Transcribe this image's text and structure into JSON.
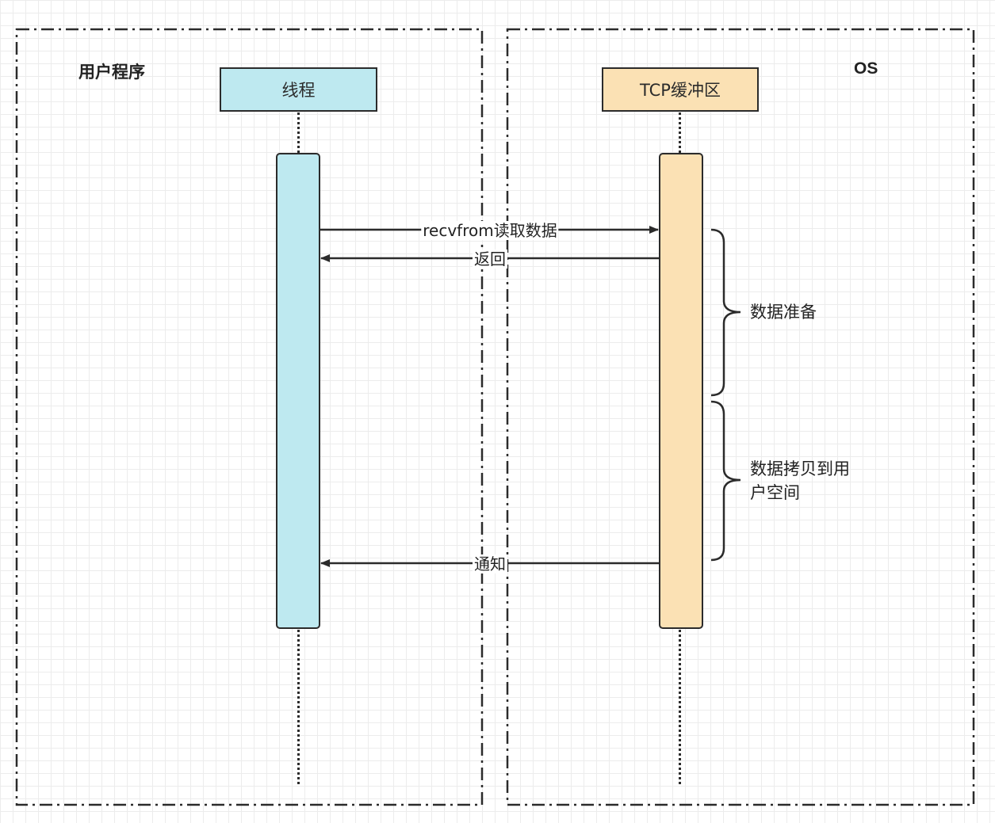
{
  "groups": {
    "left": {
      "title": "用户程序"
    },
    "right": {
      "title": "OS"
    }
  },
  "participants": {
    "thread": {
      "label": "线程",
      "fill": "#bee9f0"
    },
    "tcp_buffer": {
      "label": "TCP缓冲区",
      "fill": "#fbe1b4"
    }
  },
  "messages": [
    {
      "label": "recvfrom读取数据",
      "from": "thread",
      "to": "tcp_buffer"
    },
    {
      "label": "返回",
      "from": "tcp_buffer",
      "to": "thread"
    },
    {
      "label": "通知",
      "from": "tcp_buffer",
      "to": "thread"
    }
  ],
  "notes": [
    {
      "label": "数据准备"
    },
    {
      "label": "数据拷贝到用户空间"
    }
  ],
  "colors": {
    "line": "#2b2b2b",
    "thread_fill": "#bee9f0",
    "tcp_fill": "#fbe1b4"
  }
}
